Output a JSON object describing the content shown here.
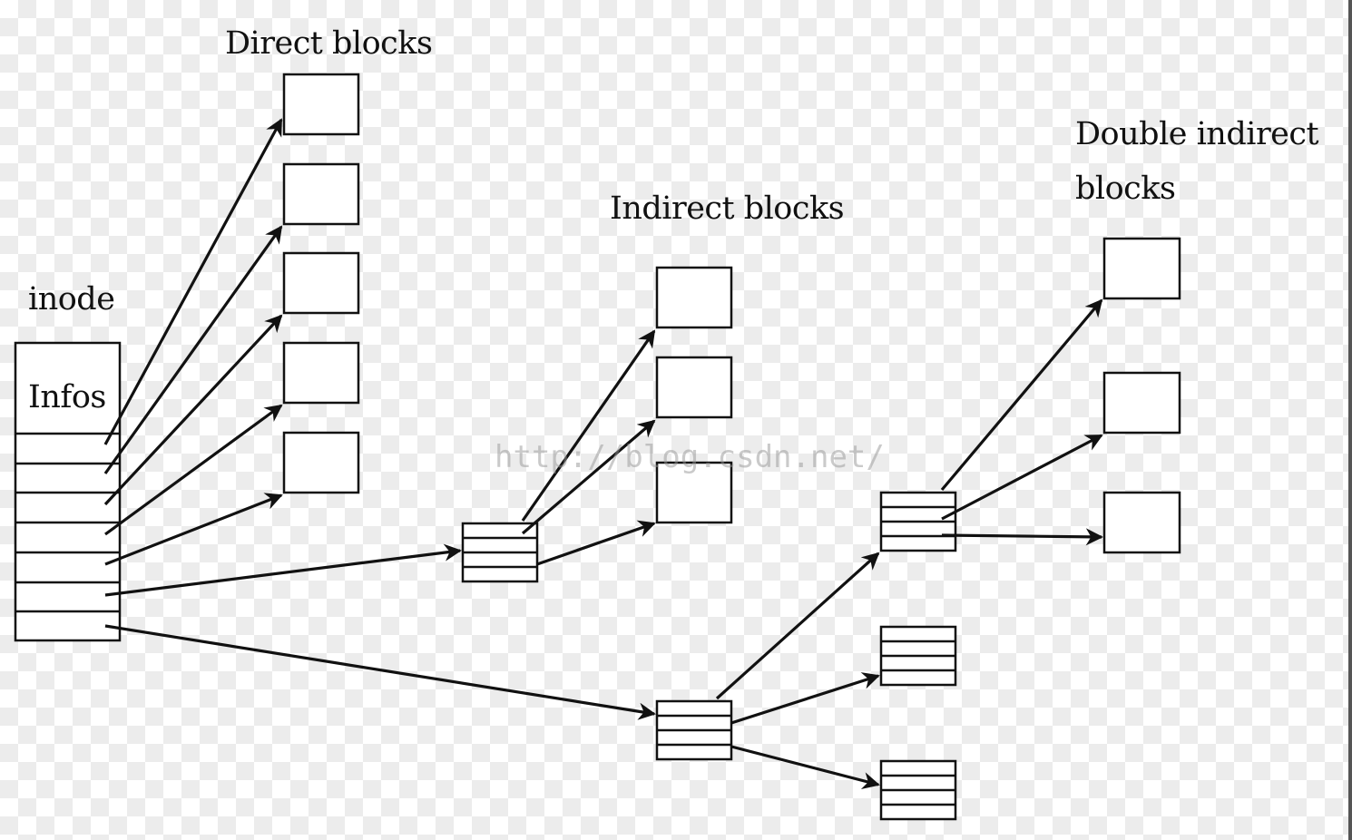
{
  "labels": {
    "direct_blocks": "Direct blocks",
    "inode": "inode",
    "infos": "Infos",
    "indirect_blocks": "Indirect blocks",
    "double_indirect_line1": "Double indirect",
    "double_indirect_line2": "blocks"
  },
  "watermark": "http://blog.csdn.net/",
  "colors": {
    "stroke": "#111111",
    "box_fill": "#ffffff",
    "watermark": "#969696"
  }
}
